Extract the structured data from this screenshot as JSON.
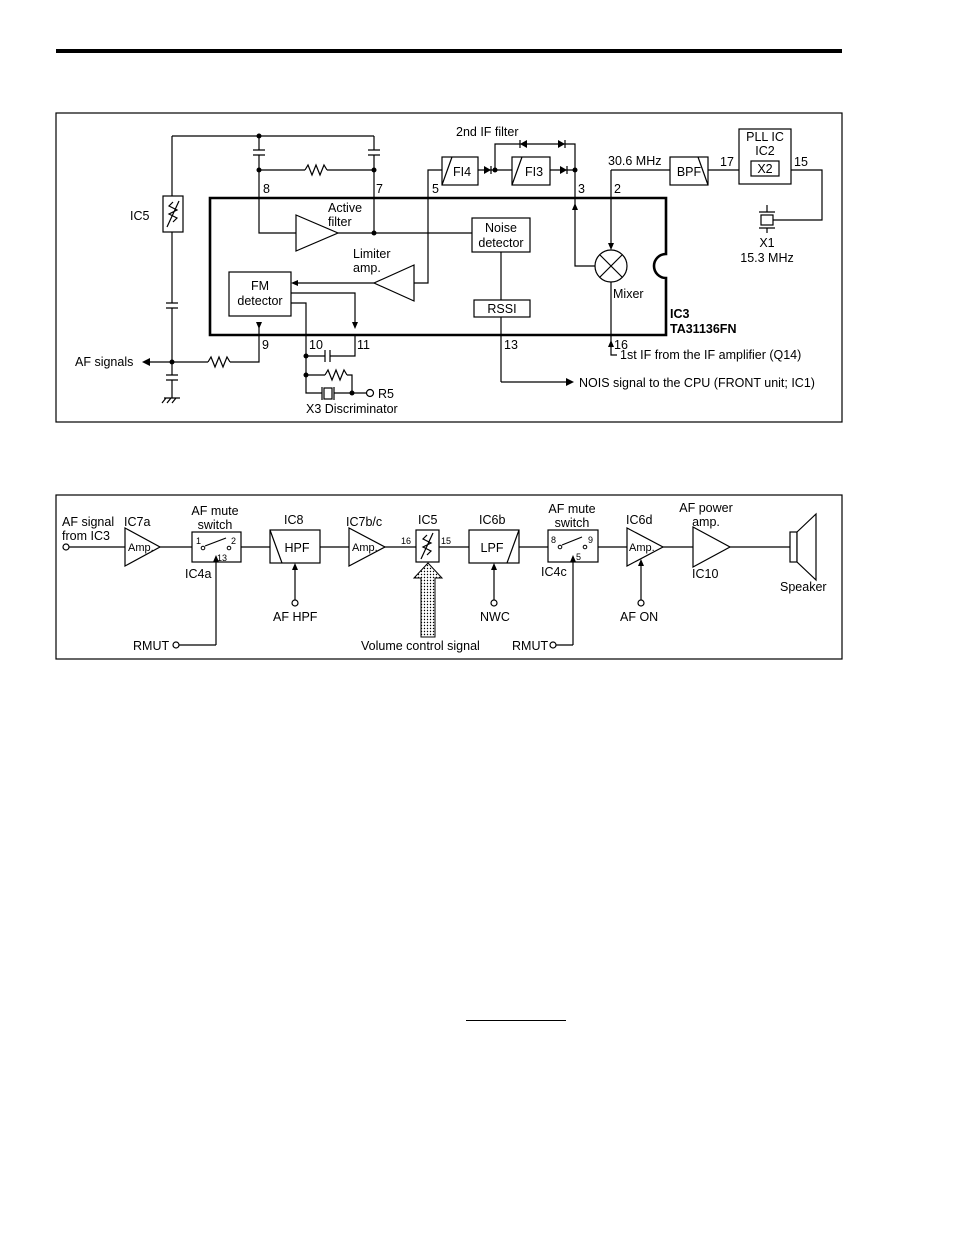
{
  "diagram1": {
    "chip_name": "IC3",
    "chip_part": "TA31136FN",
    "ic5": "IC5",
    "active_filter": [
      "Active",
      "filter"
    ],
    "limiter": [
      "Limiter",
      "amp."
    ],
    "noise_detector": [
      "Noise",
      "detector"
    ],
    "fm_detector": [
      "FM",
      "detector"
    ],
    "rssi": "RSSI",
    "mixer": "Mixer",
    "if_filter_title": "2nd IF filter",
    "fi4": "FI4",
    "fi3": "FI3",
    "freq_306": "30.6 MHz",
    "bpf": "BPF",
    "pll_title": [
      "PLL IC",
      "IC2"
    ],
    "x2": "X2",
    "x1": [
      "X1",
      "15.3 MHz"
    ],
    "pins": {
      "p8": "8",
      "p7": "7",
      "p5": "5",
      "p3": "3",
      "p2": "2",
      "p17": "17",
      "p15": "15",
      "p9": "9",
      "p10": "10",
      "p11": "11",
      "p13": "13",
      "p16": "16"
    },
    "af_signals": "AF signals",
    "r5": "R5",
    "x3": "X3 Discriminator",
    "first_if": "1st IF from the IF amplifier (Q14)",
    "nois": "NOIS signal to the CPU (FRONT unit; IC1)"
  },
  "diagram2": {
    "af_signal_from": [
      "AF signal",
      "from IC3"
    ],
    "ic7a": "IC7a",
    "amp": "Amp.",
    "mute_title": [
      "AF mute",
      "switch"
    ],
    "ic4a": "IC4a",
    "ic4a_pins": {
      "a": "1",
      "b": "2",
      "c": "13"
    },
    "ic8": "IC8",
    "hpf": "HPF",
    "af_hpf": "AF HPF",
    "ic7bc": "IC7b/c",
    "ic5": "IC5",
    "ic5_pins": {
      "a": "16",
      "b": "15"
    },
    "volume": "Volume control signal",
    "ic6b": "IC6b",
    "lpf": "LPF",
    "nwc": "NWC",
    "ic4c": "IC4c",
    "ic4c_pins": {
      "a": "8",
      "b": "9",
      "c": "5"
    },
    "ic6d": "IC6d",
    "af_on": "AF ON",
    "power_title": [
      "AF power",
      "amp."
    ],
    "ic10": "IC10",
    "speaker": "Speaker",
    "rmut": "RMUT"
  }
}
